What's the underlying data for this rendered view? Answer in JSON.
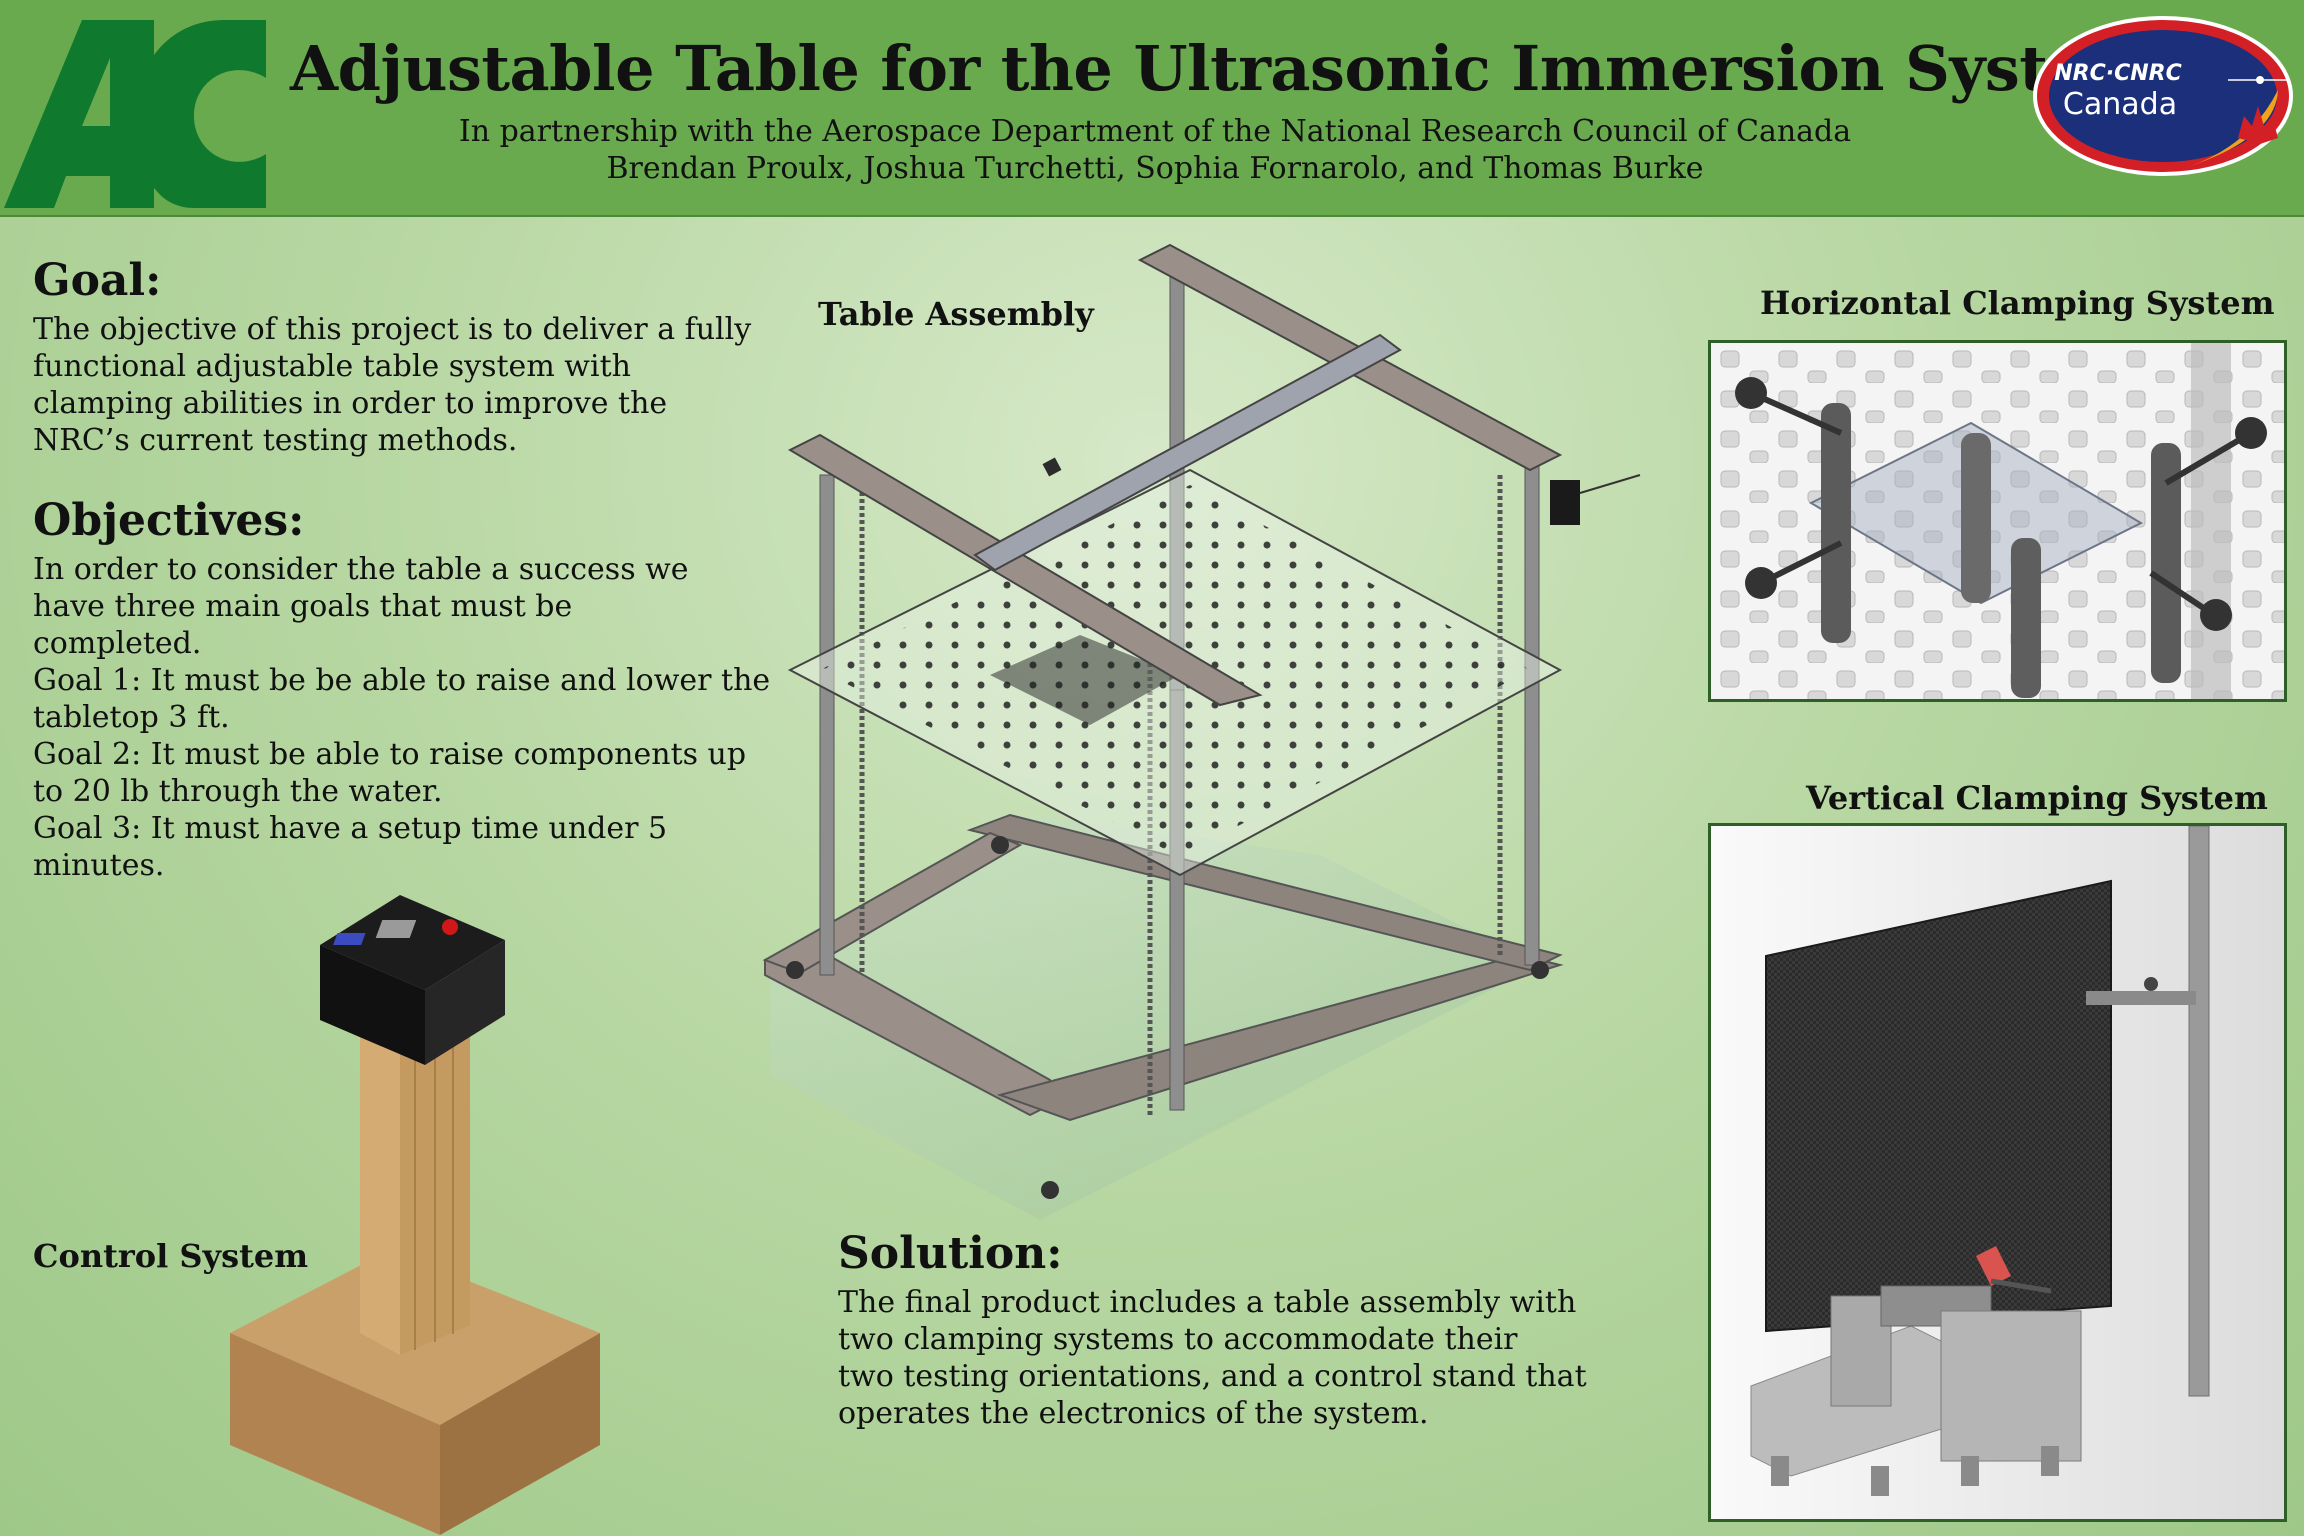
{
  "header": {
    "title": "Adjustable Table for the Ultrasonic Immersion System",
    "subtitle_partnership": "In partnership with the Aerospace Department of the National Research Council of Canada",
    "authors": "Brendan Proulx, Joshua Turchetti, Sophia Fornarolo, and Thomas Burke",
    "left_logo": "AC",
    "right_logo": {
      "line1": "NRC·CNRC",
      "line2": "Canada"
    }
  },
  "goal": {
    "heading": "Goal:",
    "lines": [
      "The objective of this project is to deliver a fully",
      "functional adjustable table system with",
      "clamping abilities in order to improve the",
      "NRC’s current testing methods."
    ]
  },
  "objectives": {
    "heading": "Objectives:",
    "lines": [
      "In order to consider the table a success we",
      "have  three main goals that must be",
      "completed.",
      "Goal 1: It must be be able to raise and lower the",
      "tabletop 3 ft.",
      "Goal 2: It must be able to raise components up",
      "to 20 lb through the water.",
      "Goal 3: It must have a setup time under 5",
      "minutes."
    ]
  },
  "figures": {
    "table_assembly": "Table Assembly",
    "horizontal_clamping": "Horizontal Clamping System",
    "vertical_clamping": "Vertical Clamping System",
    "control_system": "Control System"
  },
  "solution": {
    "heading": "Solution:",
    "lines": [
      "The final product includes a table assembly with",
      "two clamping systems to accommodate their",
      "two testing orientations, and a control stand that",
      "operates the electronics of the system."
    ]
  },
  "colors": {
    "header_green": "#6aaa4f",
    "logo_green": "#0f7a2e",
    "nrc_red": "#d32027",
    "nrc_blue": "#1b2f7a",
    "panel_border": "#2d5f26"
  }
}
